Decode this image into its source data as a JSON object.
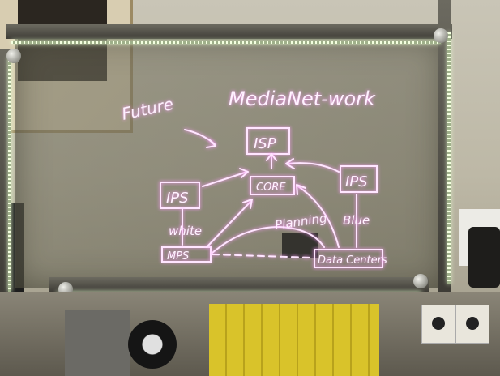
{
  "board": {
    "title": "MediaNet-work",
    "annotation_future": "Future",
    "nodes": {
      "isp": "ISP",
      "core": "CORE",
      "ips_left": "IPS",
      "ips_right": "IPS",
      "mps": "MPS",
      "data_centers": "Data Centers"
    },
    "edge_labels": {
      "white": "white",
      "blue": "Blue",
      "planning": "Planning"
    }
  },
  "colors": {
    "ink": "#ffe6ff",
    "glow": "#ff9cff",
    "led": "#f4ffe0"
  }
}
